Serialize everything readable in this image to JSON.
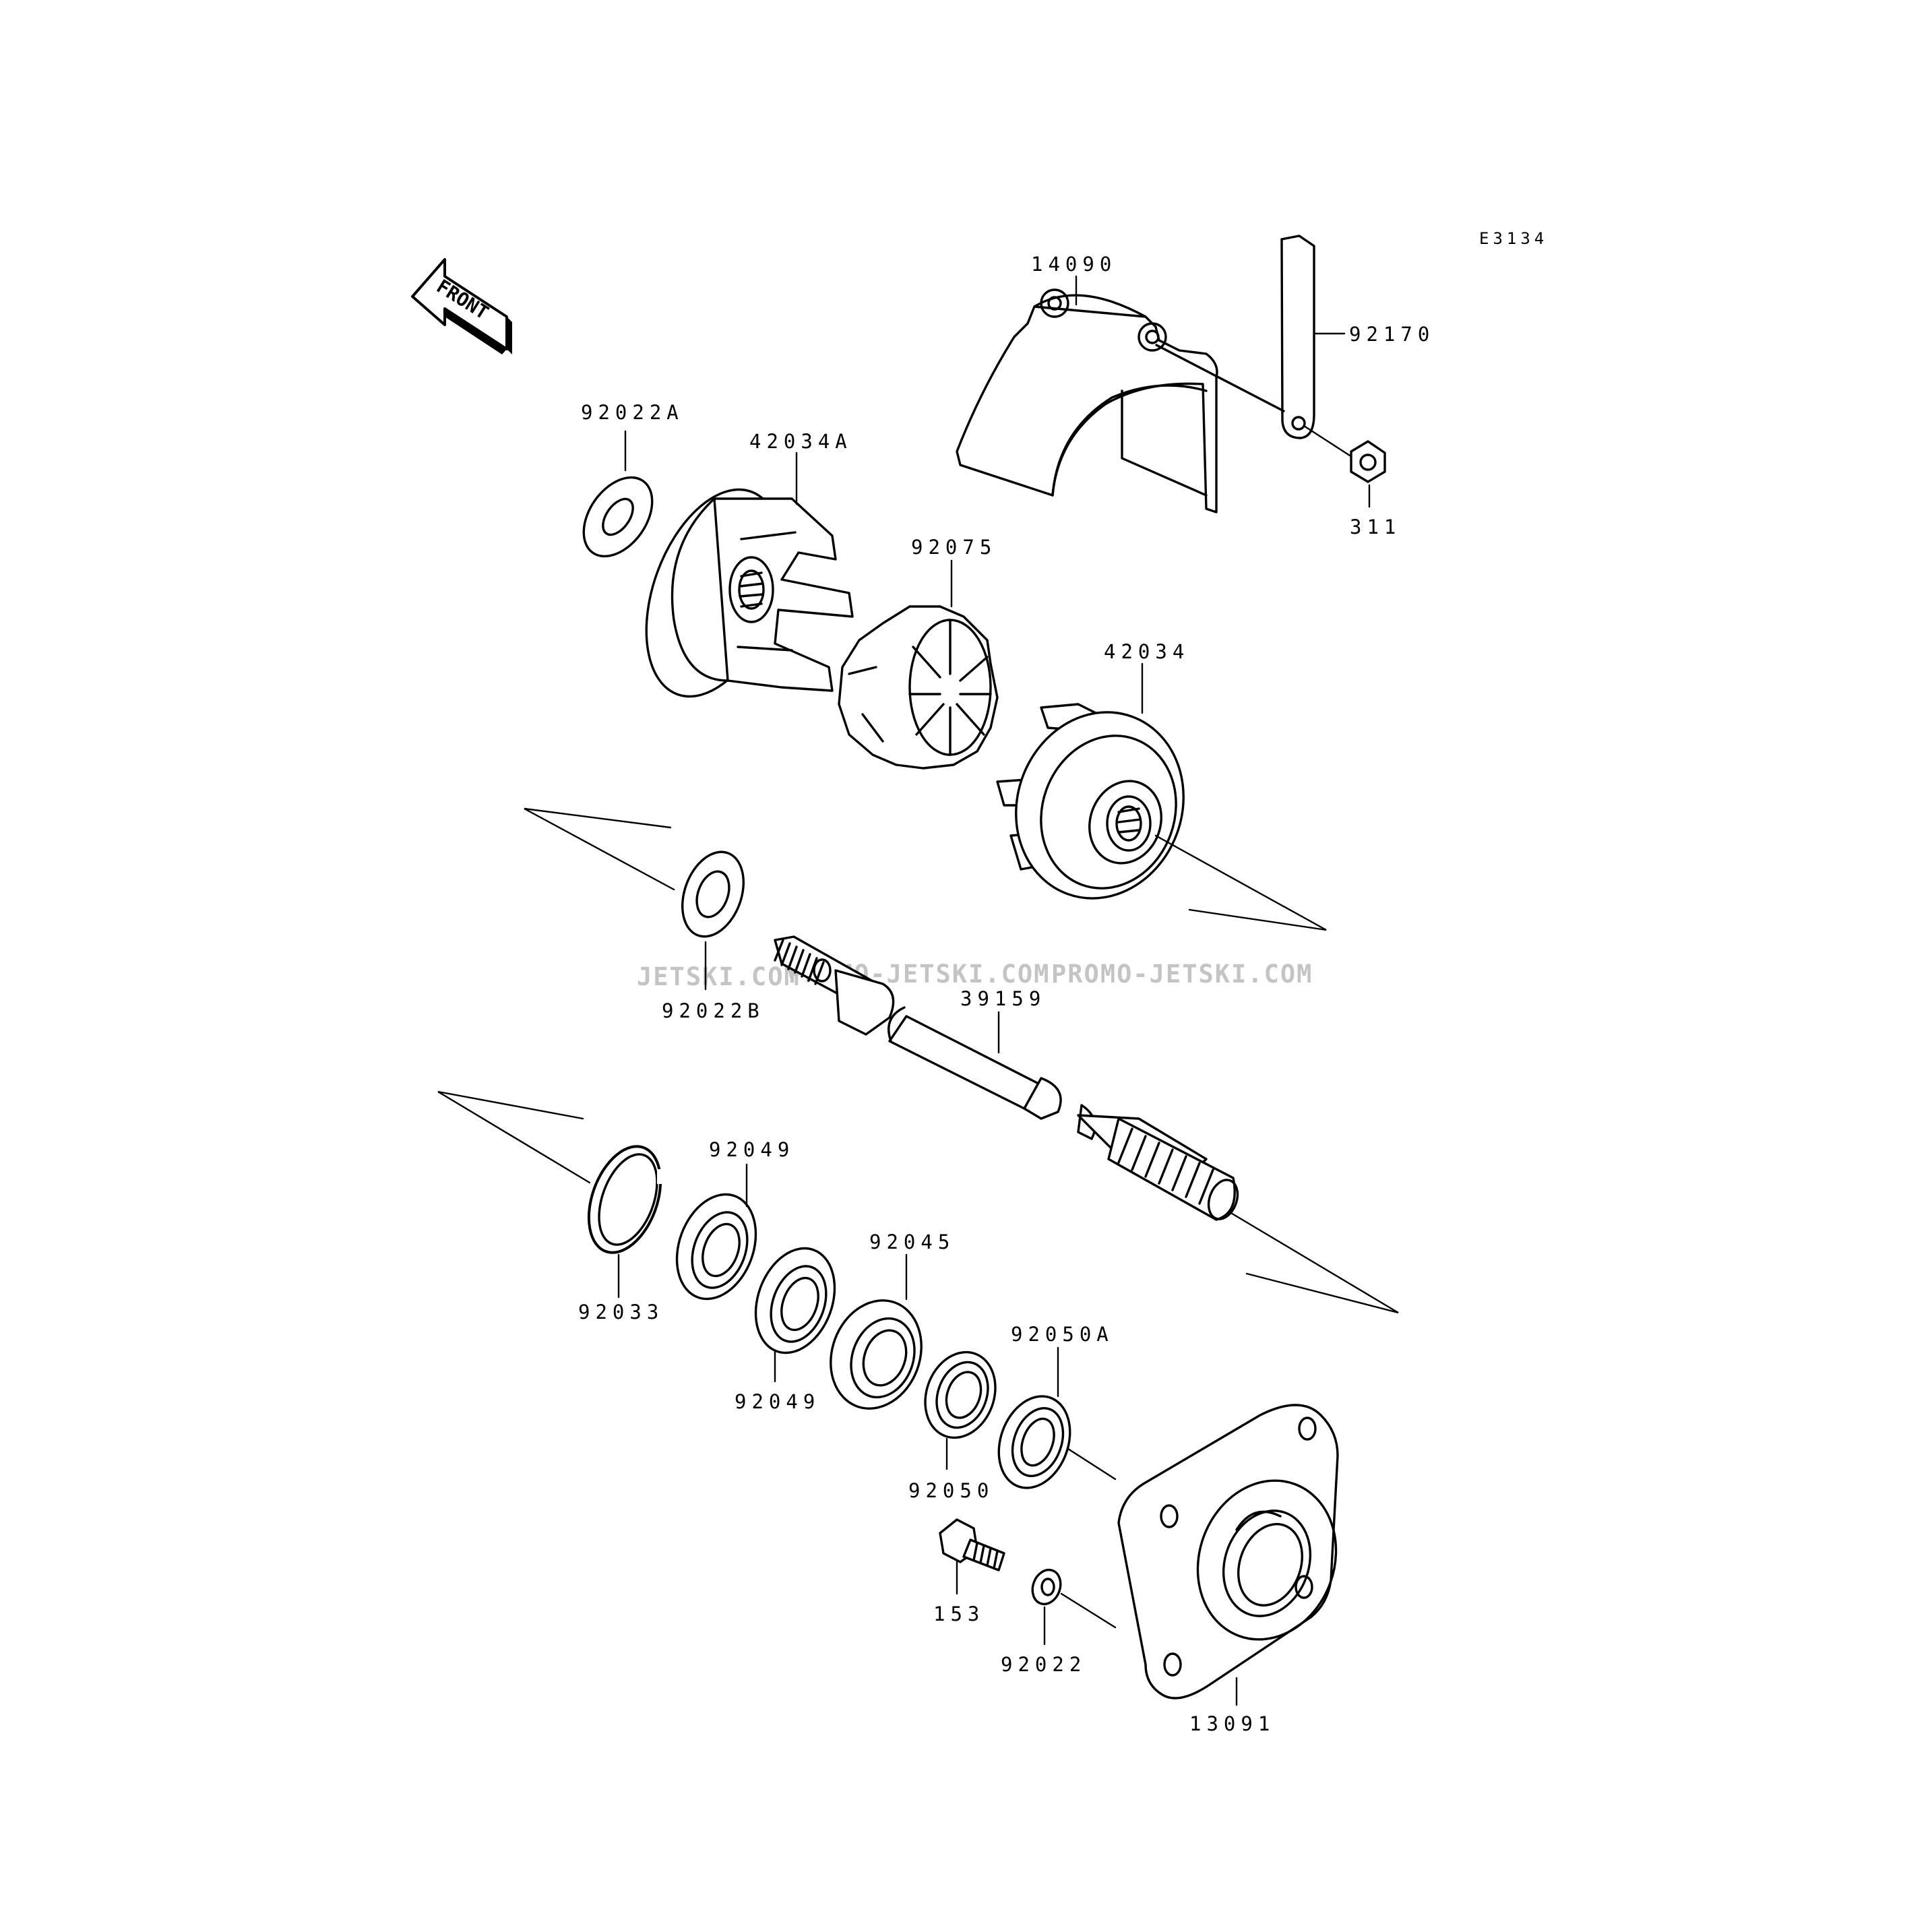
{
  "diagram_code": "E3134",
  "direction_label": "FRONT",
  "watermarks": [
    "JETSKI.COM",
    "PROMO-JETSKI.COM",
    "PROMO-JETSKI.COM"
  ],
  "parts": {
    "p14090": "14090",
    "p92170": "92170",
    "p311": "311",
    "p92022a": "92022A",
    "p42034a": "42034A",
    "p92075": "92075",
    "p42034": "42034",
    "p92022b": "92022B",
    "p39159": "39159",
    "p92049_top": "92049",
    "p92033": "92033",
    "p92049_bottom": "92049",
    "p92045": "92045",
    "p92050a": "92050A",
    "p92050": "92050",
    "p153": "153",
    "p92022": "92022",
    "p13091": "13091"
  }
}
